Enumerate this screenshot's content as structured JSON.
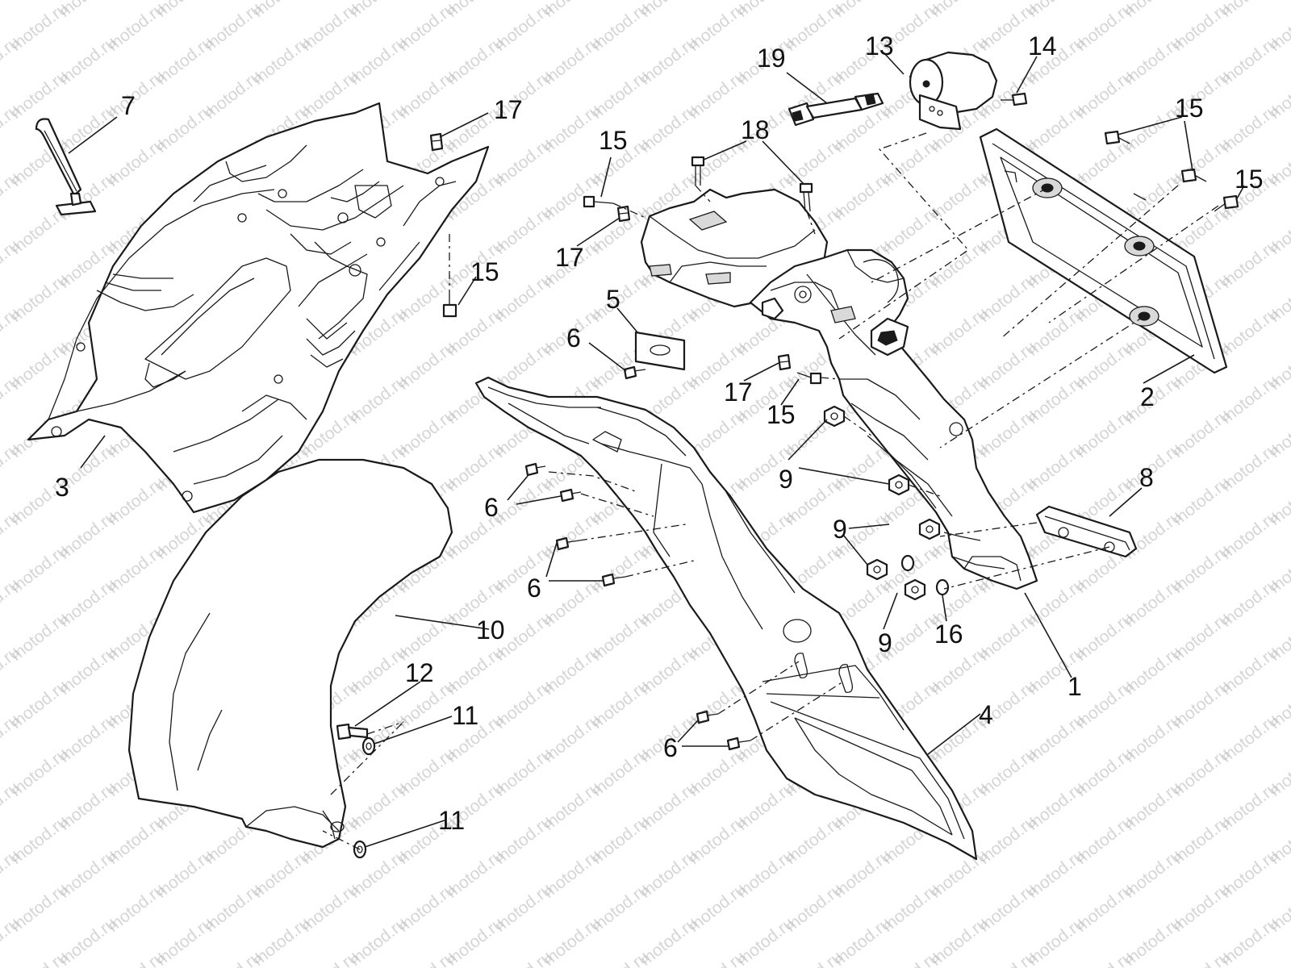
{
  "watermark": "motod.ru",
  "callouts": {
    "c1": "1",
    "c2": "2",
    "c3": "3",
    "c4": "4",
    "c5": "5",
    "c6": "6",
    "c7": "7",
    "c8": "8",
    "c9": "9",
    "c10": "10",
    "c11": "11",
    "c12": "12",
    "c13": "13",
    "c14": "14",
    "c15": "15",
    "c16": "16",
    "c17": "17",
    "c18": "18",
    "c19": "19"
  },
  "colors": {
    "line": "#1a1a1a",
    "background": "#ffffff",
    "watermark": "#b4b4b4"
  }
}
